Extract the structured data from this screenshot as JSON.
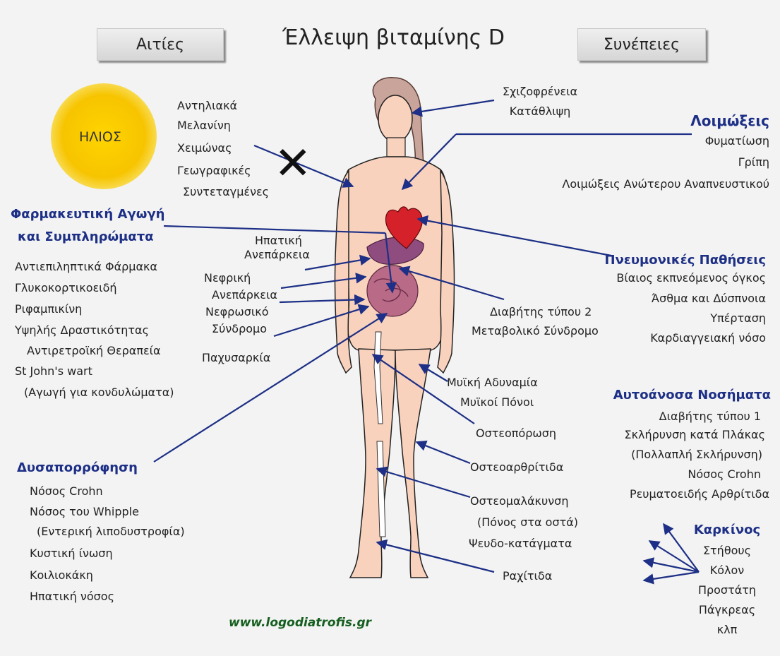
{
  "title": "Έλλειψη βιταμίνης D",
  "buttons": {
    "causes": "Αιτίες",
    "consequences": "Συνέπειες"
  },
  "sun": "ΗΛΙΟΣ",
  "causes": {
    "sun_factors": [
      "Αντηλιακά",
      "Μελανίνη",
      "Χειμώνας",
      "Γεωγραφικές",
      "Συντεταγμένες"
    ],
    "drugs_title_1": "Φαρμακευτική Αγωγή",
    "drugs_title_2": "και Συμπληρώματα",
    "drugs": [
      "Αντιεπιληπτικά Φάρμακα",
      "Γλυκοκορτικοειδή",
      "Ριφαμπικίνη",
      "Υψηλής Δραστικότητας",
      "Αντιρετροϊκή Θεραπεία",
      "St John's wart",
      "(Αγωγή για κονδυλώματα)"
    ],
    "organs": [
      "Ηπατική",
      "Ανεπάρκεια",
      "Νεφρική",
      "Ανεπάρκεια",
      "Νεφρωσικό",
      "Σύνδρομο",
      "Παχυσαρκία"
    ],
    "malabsorption_title": "Δυσαπορρόφηση",
    "malabsorption": [
      "Νόσος Crohn",
      "Νόσος του Whipple",
      "(Εντερική λιποδυστροφία)",
      "Κυστική ίνωση",
      "Κοιλιοκάκη",
      "Ηπατική νόσος"
    ]
  },
  "consequences": {
    "mental": [
      "Σχιζοφρένεια",
      "Κατάθλιψη"
    ],
    "infections_title": "Λοιμώξεις",
    "infections": [
      "Φυματίωση",
      "Γρίπη",
      "Λοιμώξεις Ανώτερου Αναπνευστικού"
    ],
    "lung_title": "Πνευμονικές Παθήσεις",
    "lung": [
      "Βίαιος εκπνεόμενος όγκος",
      "Άσθμα και Δύσπνοια",
      "Υπέρταση",
      "Καρδιαγγειακή νόσο"
    ],
    "metabolic": [
      "Διαβήτης τύπου 2",
      "Μεταβολικό  Σύνδρομο"
    ],
    "muscle": [
      "Μυϊκή Αδυναμία",
      "Μυϊκοί Πόνοι"
    ],
    "bone": [
      "Οστεοπόρωση",
      "Οστεοαρθρίτιδα",
      "Οστεομαλάκυνση",
      "(Πόνος στα οστά)",
      "Ψευδο-κατάγματα",
      "Ραχίτιδα"
    ],
    "autoimmune_title": "Αυτοάνοσα Νοσήματα",
    "autoimmune": [
      "Διαβήτης τύπου 1",
      "Σκλήρυνση κατά Πλάκας",
      "(Πολλαπλή Σκλήρυνση)",
      "Νόσος Crohn",
      "Ρευματοειδής Αρθρίτιδα"
    ],
    "cancer_title": "Καρκίνος",
    "cancer": [
      "Στήθους",
      "Κόλον",
      "Προστάτη",
      "Πάγκρεας",
      "κλπ"
    ]
  },
  "footer_url": "www.logodiatrofis.gr",
  "colors": {
    "heading": "#1d2f86",
    "arrow": "#1d2f86",
    "skin": "#f8d2bd",
    "sun": "#f7c400",
    "url": "#155e1f"
  }
}
